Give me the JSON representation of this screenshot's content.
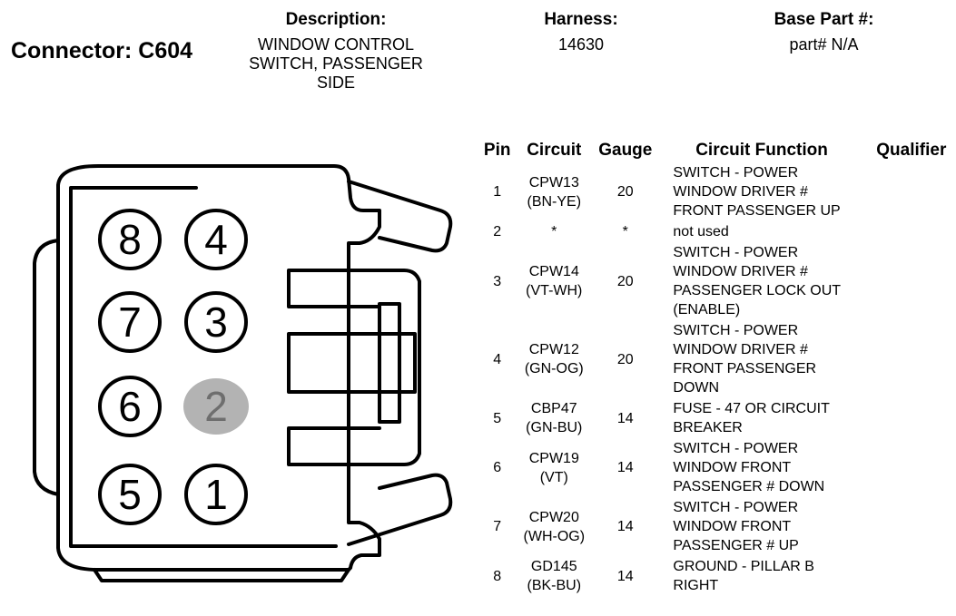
{
  "connector": {
    "title": "Connector: C604",
    "description_label": "Description:",
    "description": "WINDOW CONTROL\nSWITCH, PASSENGER\nSIDE",
    "harness_label": "Harness:",
    "harness": "14630",
    "base_part_label": "Base Part #:",
    "base_part": "part# N/A"
  },
  "pinout_diagram": {
    "pins": [
      {
        "number": "8",
        "state": "used"
      },
      {
        "number": "4",
        "state": "used"
      },
      {
        "number": "7",
        "state": "used"
      },
      {
        "number": "3",
        "state": "used"
      },
      {
        "number": "6",
        "state": "used"
      },
      {
        "number": "2",
        "state": "unused"
      },
      {
        "number": "5",
        "state": "used"
      },
      {
        "number": "1",
        "state": "used"
      }
    ],
    "unused_pin_color": "#b3b3b3"
  },
  "pin_table": {
    "headers": {
      "pin": "Pin",
      "circuit": "Circuit",
      "gauge": "Gauge",
      "function": "Circuit Function",
      "qualifier": "Qualifier"
    },
    "rows": [
      {
        "pin": "1",
        "circuit": "CPW13\n(BN-YE)",
        "gauge": "20",
        "function": "SWITCH - POWER\nWINDOW DRIVER #\nFRONT PASSENGER UP",
        "qualifier": ""
      },
      {
        "pin": "2",
        "circuit": "*",
        "gauge": "*",
        "function": "not used",
        "qualifier": ""
      },
      {
        "pin": "3",
        "circuit": "CPW14\n(VT-WH)",
        "gauge": "20",
        "function": "SWITCH - POWER\nWINDOW DRIVER #\nPASSENGER LOCK OUT\n(ENABLE)",
        "qualifier": ""
      },
      {
        "pin": "4",
        "circuit": "CPW12\n(GN-OG)",
        "gauge": "20",
        "function": "SWITCH - POWER\nWINDOW DRIVER #\nFRONT PASSENGER\nDOWN",
        "qualifier": ""
      },
      {
        "pin": "5",
        "circuit": "CBP47\n(GN-BU)",
        "gauge": "14",
        "function": "FUSE - 47 OR CIRCUIT\nBREAKER",
        "qualifier": ""
      },
      {
        "pin": "6",
        "circuit": "CPW19\n(VT)",
        "gauge": "14",
        "function": "SWITCH - POWER\nWINDOW FRONT\nPASSENGER # DOWN",
        "qualifier": ""
      },
      {
        "pin": "7",
        "circuit": "CPW20\n(WH-OG)",
        "gauge": "14",
        "function": "SWITCH - POWER\nWINDOW FRONT\nPASSENGER # UP",
        "qualifier": ""
      },
      {
        "pin": "8",
        "circuit": "GD145\n(BK-BU)",
        "gauge": "14",
        "function": "GROUND - PILLAR B\nRIGHT",
        "qualifier": ""
      }
    ]
  }
}
